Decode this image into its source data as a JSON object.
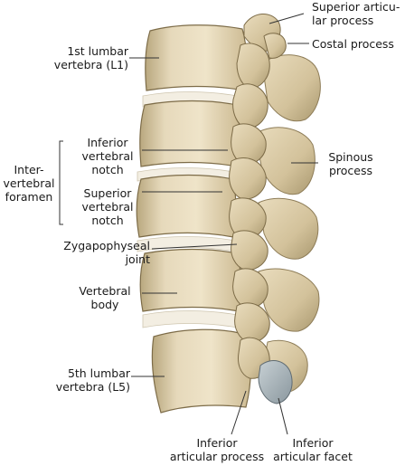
{
  "colors": {
    "bone_light": "#ecdfc2",
    "bone_mid": "#d8c7a1",
    "bone_shadow": "#a8976f",
    "bone_dark": "#6f6146",
    "disc": "#c9c0ae",
    "facet": "#9aa6ad",
    "leader_line": "#333333"
  },
  "labels": {
    "superior_articular_process": "Superior articu-\nlar process",
    "costal_process": "Costal process",
    "first_lumbar_vertebra": "1st lumbar\nvertebra (L1)",
    "inferior_vertebral_notch": "Inferior\nvertebral\nnotch",
    "spinous_process": "Spinous\nprocess",
    "intervertebral_foramen": "Inter-\nvertebral\nforamen",
    "superior_vertebral_notch": "Superior\nvertebral\nnotch",
    "zygapophyseal_joint": "Zygapophyseal\njoint",
    "vertebral_body": "Vertebral\nbody",
    "fifth_lumbar_vertebra": "5th lumbar\nvertebra (L5)",
    "inferior_articular_process": "Inferior\narticular process",
    "inferior_articular_facet": "Inferior\narticular facet"
  }
}
